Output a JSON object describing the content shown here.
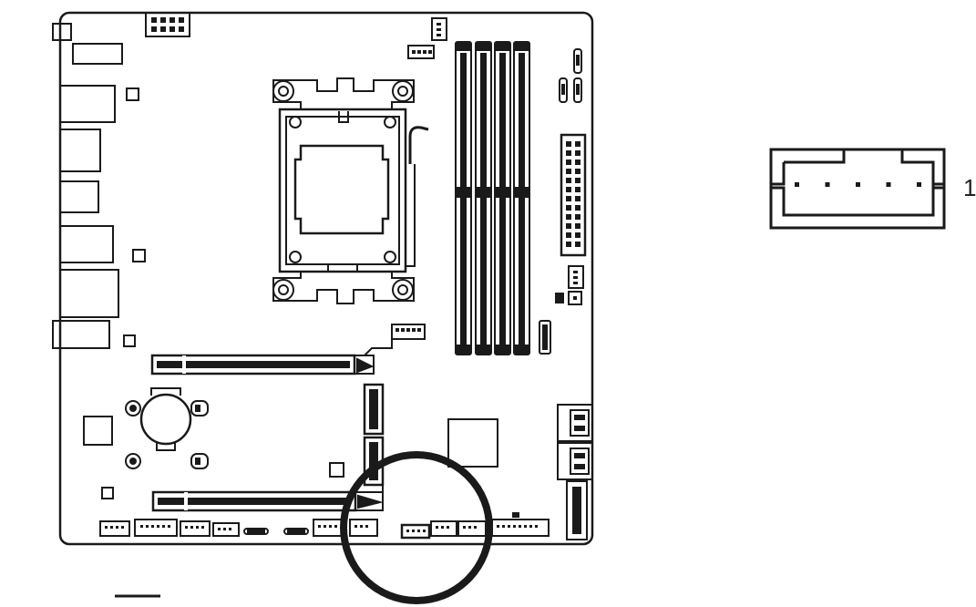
{
  "diagram": {
    "title": "",
    "callout_pin_label": "1",
    "connector_pin_count": 5,
    "colors": {
      "line": "#1a1a1a",
      "fill": "#ffffff",
      "dark": "#1a1a1a"
    },
    "components": [
      "motherboard-outline",
      "cpu-socket",
      "dimm-slots",
      "atx-power-connector",
      "pcie-x16-slot-top",
      "pcie-x16-slot-bottom",
      "m2-slots",
      "battery",
      "rear-io-ports",
      "bottom-headers",
      "sata-ports",
      "highlight-circle",
      "connector-callout"
    ]
  }
}
